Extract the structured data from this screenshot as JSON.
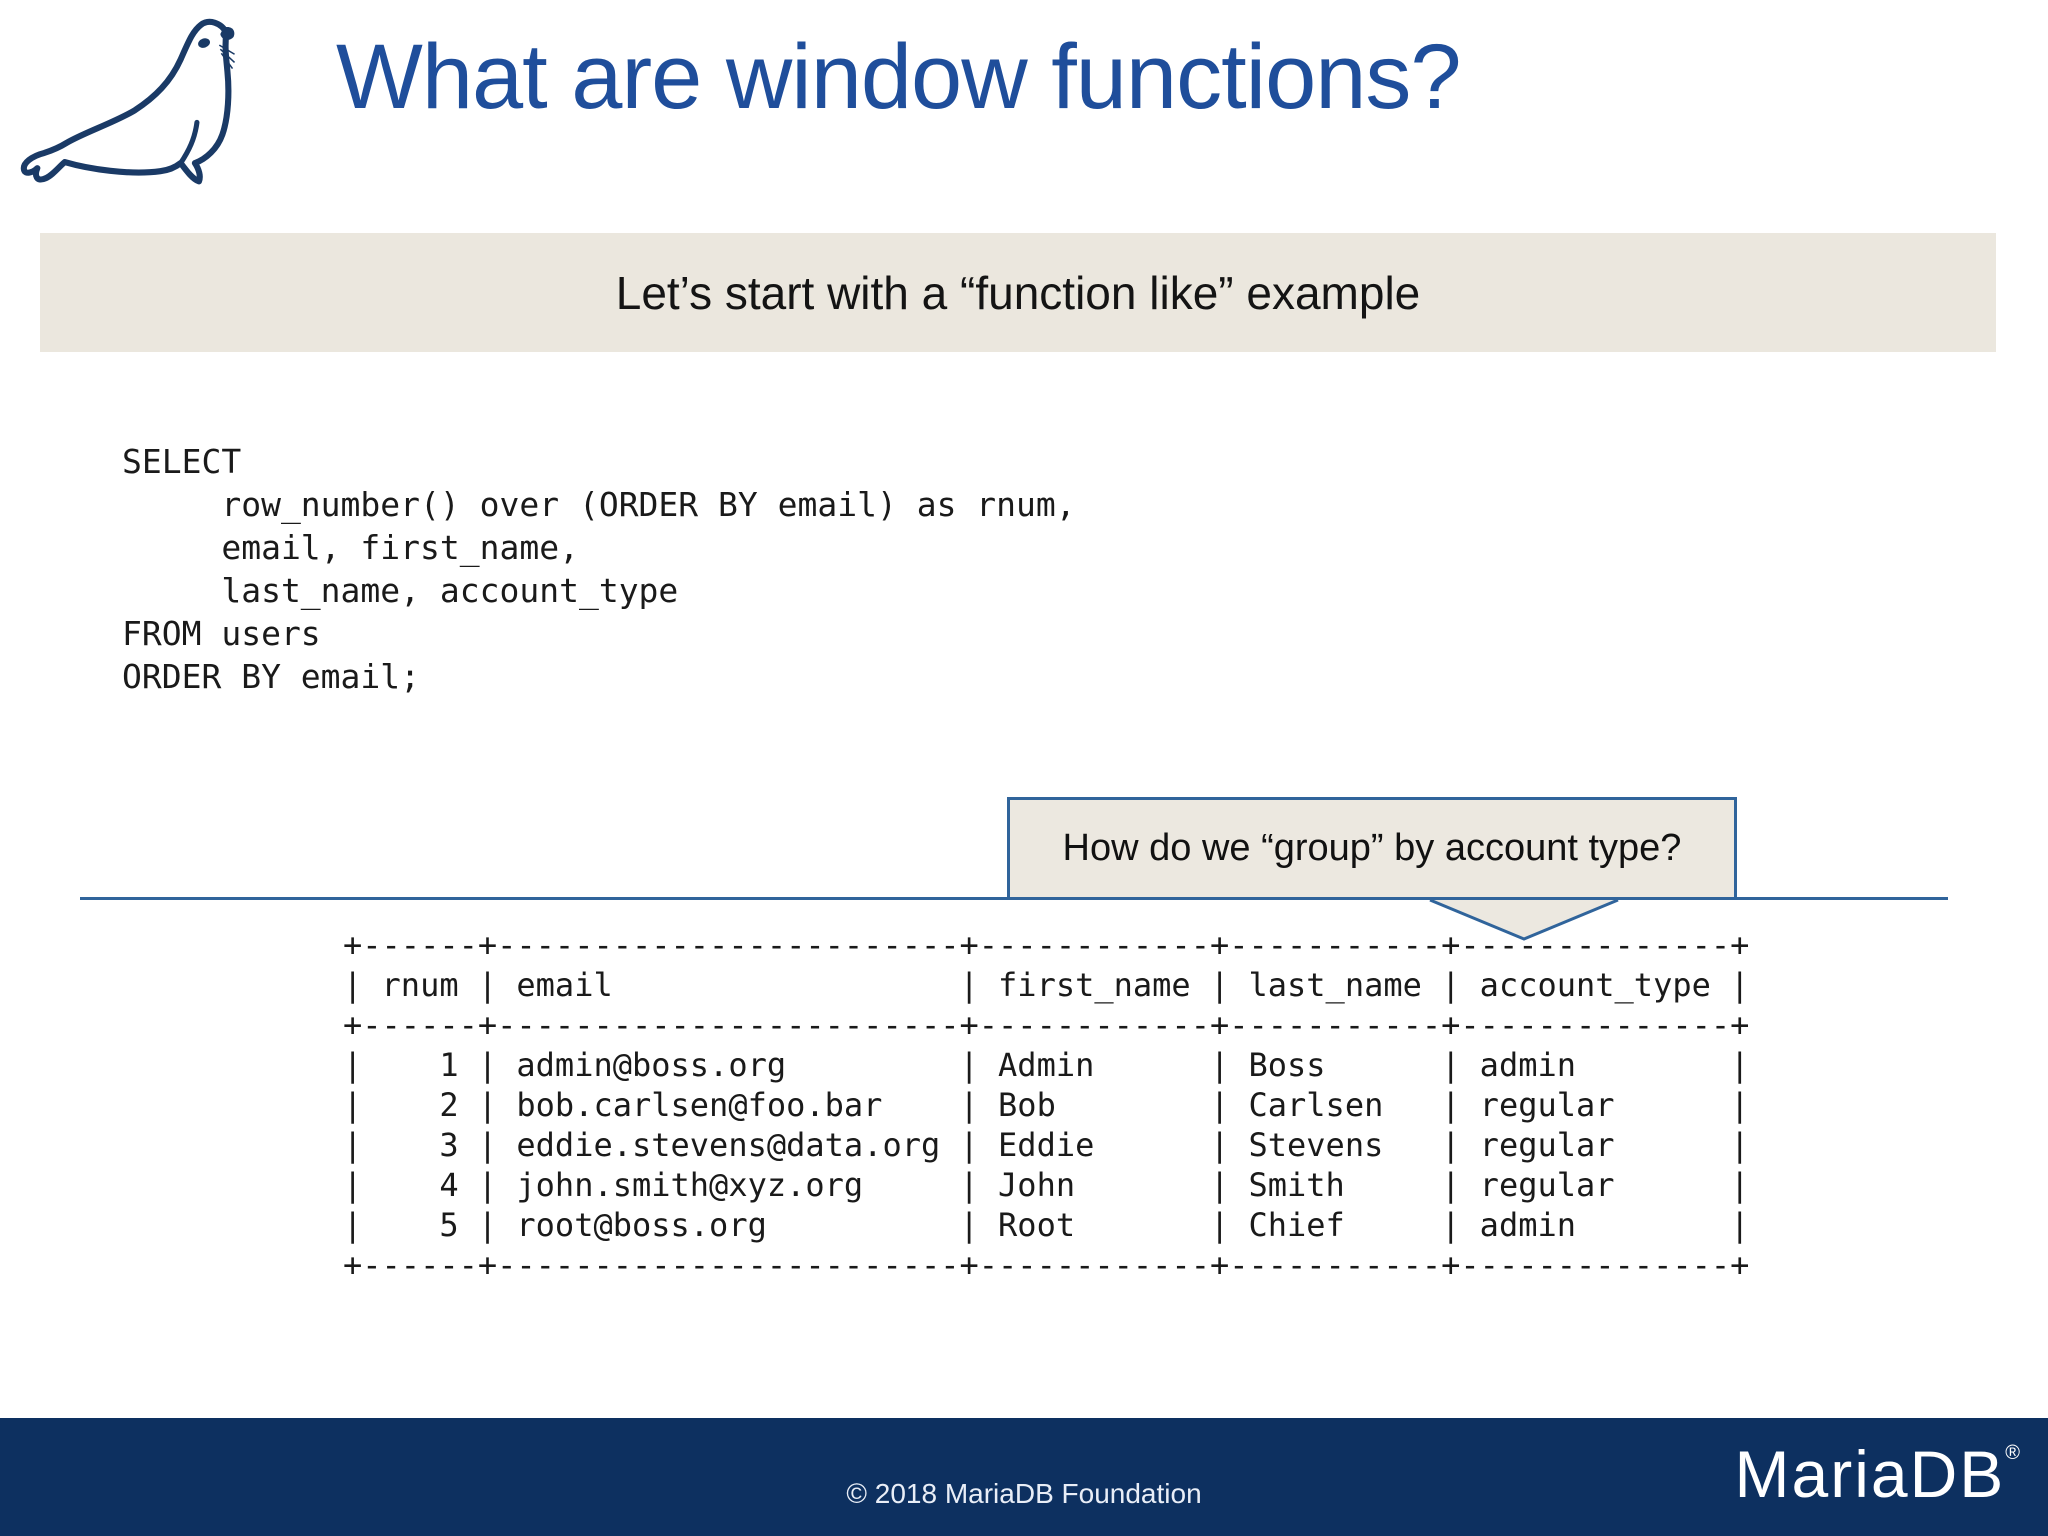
{
  "slide": {
    "title": "What are window functions?",
    "banner_text": "Let’s start with a “function like” example",
    "code_lines": [
      "SELECT",
      "     row_number() over (ORDER BY email) as rnum,",
      "     email, first_name,",
      "     last_name, account_type",
      "FROM users",
      "ORDER BY email;"
    ],
    "callout_text": "How do we “group” by account type?",
    "result_table": {
      "columns": [
        "rnum",
        "email",
        "first_name",
        "last_name",
        "account_type"
      ],
      "rows": [
        [
          "1",
          "admin@boss.org",
          "Admin",
          "Boss",
          "admin"
        ],
        [
          "2",
          "bob.carlsen@foo.bar",
          "Bob",
          "Carlsen",
          "regular"
        ],
        [
          "3",
          "eddie.stevens@data.org",
          "Eddie",
          "Stevens",
          "regular"
        ],
        [
          "4",
          "john.smith@xyz.org",
          "John",
          "Smith",
          "regular"
        ],
        [
          "5",
          "root@boss.org",
          "Root",
          "Chief",
          "admin"
        ]
      ]
    },
    "footer": {
      "copyright": "© 2018 MariaDB Foundation",
      "brand": "MariaDB",
      "registered": "®"
    },
    "colors": {
      "title_blue": "#1F4E9B",
      "accent_blue": "#30649B",
      "banner_bg": "#EBE7DE",
      "callout_bg": "#ECE8E0",
      "footer_bg": "#0D3060"
    },
    "icons": {
      "logo": "mariadb-seal"
    }
  }
}
